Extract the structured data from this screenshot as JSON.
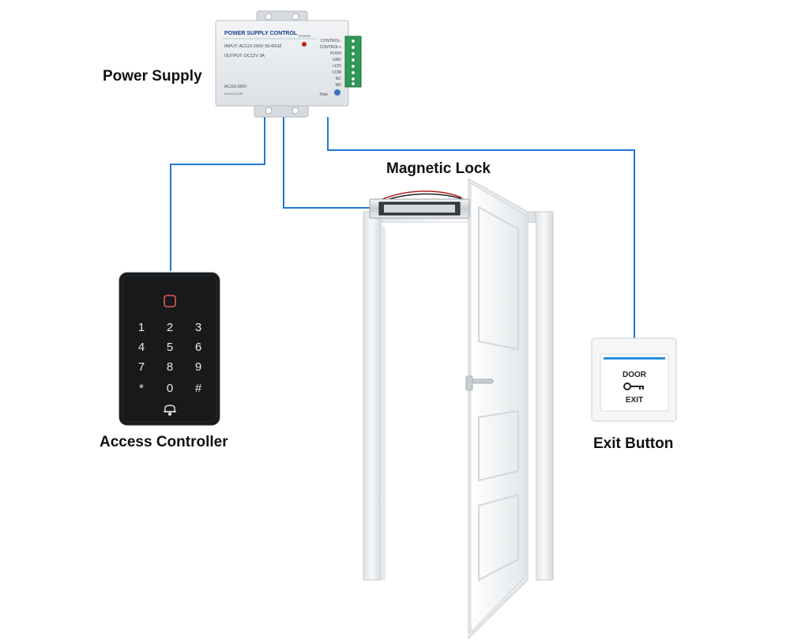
{
  "labels": {
    "power_supply": "Power Supply",
    "magnetic_lock": "Magnetic Lock",
    "access_controller": "Access Controller",
    "exit_button": "Exit Button"
  },
  "power_supply": {
    "title": "POWER SUPPLY CONTROL",
    "input": "INPUT: AC110-260V 50-60HZ",
    "output": "OUTPUT: DC12V 3A",
    "power": "POWER",
    "bottom": "AC110-260V",
    "small": "NO/NC/COM",
    "time": "Time",
    "terminals": [
      "CONTROL-",
      "CONTROL+",
      "PUSH",
      "GND",
      "+12V",
      "COM",
      "NC",
      "NO"
    ]
  },
  "keypad": {
    "keys": [
      "1",
      "2",
      "3",
      "4",
      "5",
      "6",
      "7",
      "8",
      "9",
      "*",
      "0",
      "#"
    ]
  },
  "exit_button": {
    "top": "DOOR",
    "bottom": "EXIT"
  },
  "colors": {
    "wire": "#1f78d1",
    "keypad": "#17191b",
    "psu": "#e9ecef",
    "door": "#f2f4f6"
  }
}
